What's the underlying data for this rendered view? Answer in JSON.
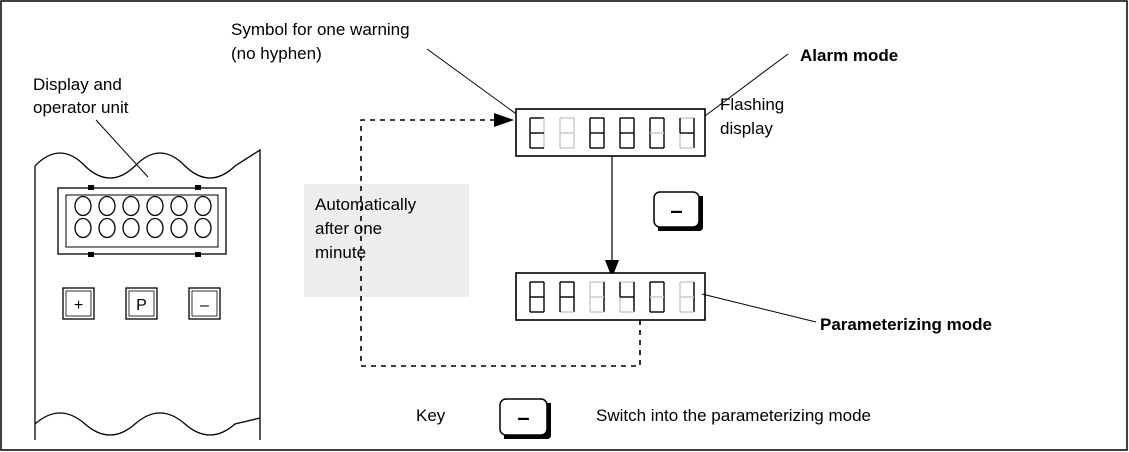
{
  "labels": {
    "display_unit_line1": "Display and",
    "display_unit_line2": "operator unit",
    "symbol_line1": "Symbol for one warning",
    "symbol_line2": "(no hyphen)",
    "alarm_mode": "Alarm mode",
    "flashing_line1": "Flashing",
    "flashing_line2": "display",
    "auto_line1": "Automatically",
    "auto_line2": "after one",
    "auto_line3": "minute",
    "param_mode": "Parameterizing mode",
    "legend_key": "Key",
    "legend_desc": "Switch into the parameterizing mode"
  },
  "panel": {
    "buttons": [
      "+",
      "P",
      "–"
    ],
    "display_digits": "888888"
  },
  "alarm_display": {
    "text": "E 8804"
  },
  "param_display": {
    "text": "8A1401"
  },
  "minus_key": {
    "label": "–"
  },
  "colors": {
    "segment_on": "#000000",
    "segment_off": "#c8c8c8",
    "annotation_background": "#eeeeee"
  }
}
